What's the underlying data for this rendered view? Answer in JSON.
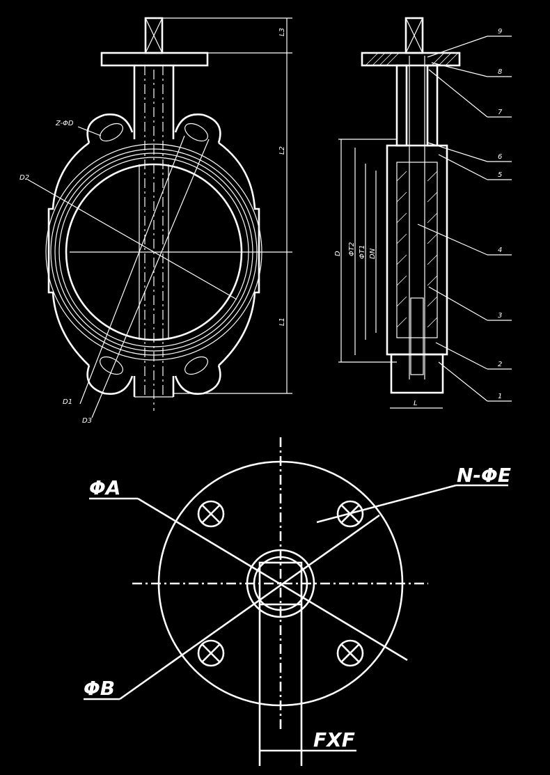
{
  "front_view": {
    "dimensions": {
      "l3": "L3",
      "l2": "L2",
      "l1": "L1"
    },
    "callouts": {
      "d2": "D2",
      "d1": "D1",
      "d3": "D3",
      "z_holes": "Z-ΦD"
    }
  },
  "side_view": {
    "dimensions": {
      "d": "D",
      "t2": "ΦT2",
      "t1": "ΦT1",
      "dn": "DN",
      "l": "L"
    },
    "parts": [
      {
        "number": "9"
      },
      {
        "number": "8"
      },
      {
        "number": "7"
      },
      {
        "number": "6"
      },
      {
        "number": "5"
      },
      {
        "number": "4"
      },
      {
        "number": "3"
      },
      {
        "number": "2"
      },
      {
        "number": "1"
      }
    ]
  },
  "flange_view": {
    "phi_a": "ΦA",
    "phi_b": "ΦB",
    "n_phi_e": "N-ΦE",
    "fxf": "FXF"
  }
}
